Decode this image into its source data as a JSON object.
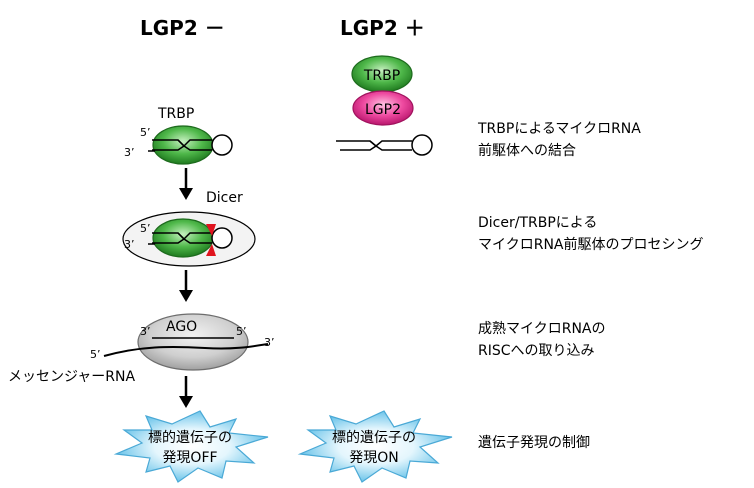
{
  "headings": {
    "without_lgp2": "LGP2 －",
    "with_lgp2": "LGP2 ＋"
  },
  "labels": {
    "trbp": "TRBP",
    "lgp2": "LGP2",
    "dicer": "Dicer",
    "ago": "AGO",
    "mrna": "メッセンジャーRNA",
    "end_5": "5’",
    "end_3": "3’"
  },
  "steps": [
    {
      "line1": "TRBPによるマイクロRNA",
      "line2": "前駆体への結合"
    },
    {
      "line1": "Dicer/TRBPによる",
      "line2": "マイクロRNA前駆体のプロセシング"
    },
    {
      "line1": "成熟マイクロRNAの",
      "line2": "RISCへの取り込み"
    },
    {
      "line1": "遺伝子発現の制御",
      "line2": ""
    }
  ],
  "outcomes": {
    "off": {
      "line1": "標的遺伝子の",
      "line2": "発現OFF"
    },
    "on": {
      "line1": "標的遺伝子の",
      "line2": "発現ON"
    }
  },
  "colors": {
    "trbp_green": "#2f9a2f",
    "lgp2_pink": "#e6338f",
    "ago_gray": "#c8c8c8",
    "dicer_cut_red": "#e0141e",
    "burst_blue": "#6fc6ea"
  }
}
